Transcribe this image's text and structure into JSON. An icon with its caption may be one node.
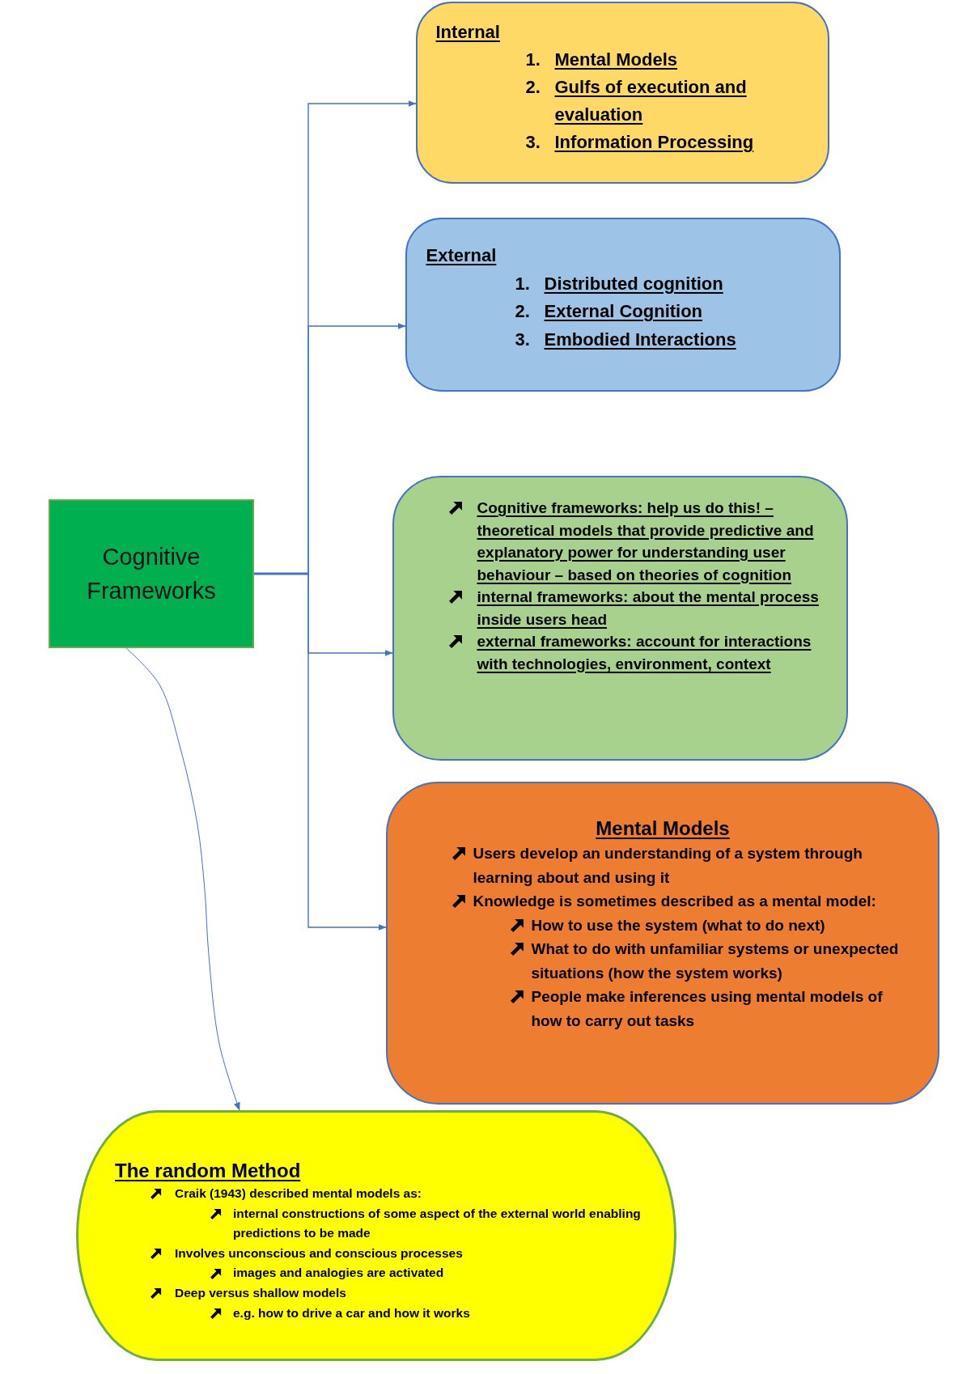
{
  "diagram": {
    "nodes": [
      {
        "text": [
          "Cognitive Frameworks"
        ]
      },
      {
        "text": [
          "Internal",
          "1.",
          "Mental Models",
          "2.",
          "Gulfs of execution and evaluation",
          "3.",
          "Information Processing"
        ]
      },
      {
        "text": [
          "External",
          "1.",
          "Distributed cognition",
          "2.",
          "External Cognition",
          "3.",
          "Embodied Interactions"
        ]
      },
      {
        "text": [
          "Cognitive frameworks: help us do this! – theoretical models that provide predictive and explanatory power for understanding user behaviour – based on theories of cognition",
          "internal frameworks: about the mental process inside users head",
          "external frameworks: account for interactions with technologies, environment, context"
        ]
      },
      {
        "text": [
          "Mental Models",
          "Users develop an understanding of a system through learning about and using it",
          "Knowledge is sometimes described as a mental model:",
          "How to use the system (what to do next)",
          "What to do with unfamiliar systems or unexpected situations (how the system works)",
          "People make inferences using mental models of how to carry out tasks"
        ]
      },
      {
        "text": [
          "The random Method",
          "Craik (1943) described mental models as:",
          "internal constructions of some aspect of the external world enabling predictions to be made",
          "Involves unconscious and conscious processes",
          "images and analogies are activated",
          "Deep versus shallow models",
          "e.g. how to drive a car and how it works"
        ]
      }
    ],
    "edges": [
      {
        "from": 0,
        "to": 1,
        "arrow": "to"
      },
      {
        "from": 0,
        "to": 2,
        "arrow": "to"
      },
      {
        "from": 0,
        "to": 3,
        "arrow": "to"
      },
      {
        "from": 0,
        "to": 4,
        "arrow": "to"
      },
      {
        "from": 0,
        "to": 5,
        "arrow": "to"
      }
    ]
  }
}
